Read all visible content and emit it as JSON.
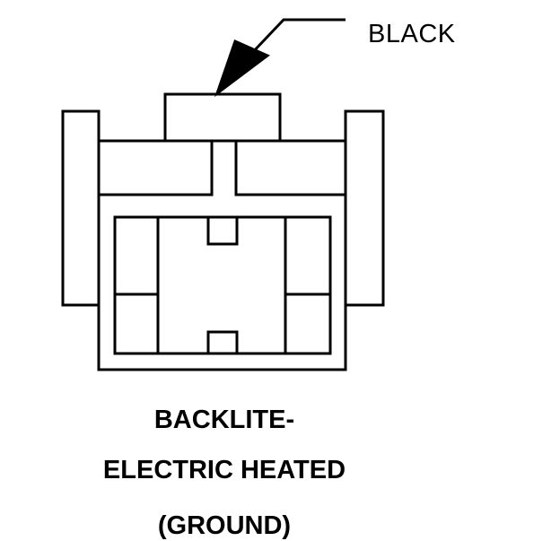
{
  "callout": {
    "label": "BLACK"
  },
  "caption": {
    "line1": "BACKLITE-",
    "line2": "ELECTRIC HEATED",
    "line3": "(GROUND)"
  },
  "colors": {
    "stroke": "#000000",
    "background": "#ffffff"
  }
}
